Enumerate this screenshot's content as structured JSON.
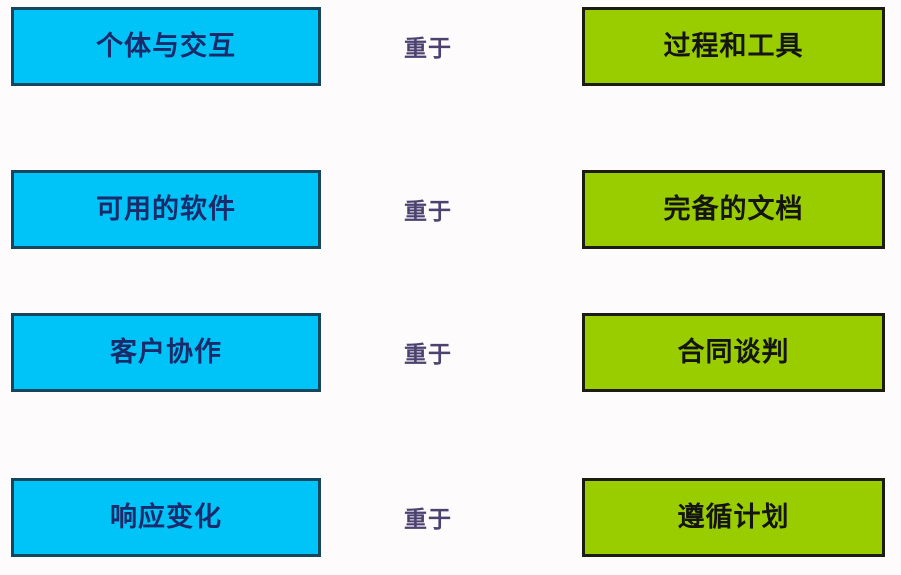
{
  "diagram": {
    "background_color": "#fdfbfb",
    "left_box_color": "#00c3f7",
    "left_box_border_color": "#14475e",
    "left_box_text_color": "#1b2a6b",
    "right_box_color": "#9acd00",
    "right_box_border_color": "#1c1c12",
    "right_box_text_color": "#141410",
    "connector_text_color": "#4b4270",
    "rows": [
      {
        "left_label": "个体与交互",
        "connector_label": "重于",
        "right_label": "过程和工具"
      },
      {
        "left_label": "可用的软件",
        "connector_label": "重于",
        "right_label": "完备的文档"
      },
      {
        "left_label": "客户协作",
        "connector_label": "重于",
        "right_label": "合同谈判"
      },
      {
        "left_label": "响应变化",
        "connector_label": "重于",
        "right_label": "遵循计划"
      }
    ]
  }
}
